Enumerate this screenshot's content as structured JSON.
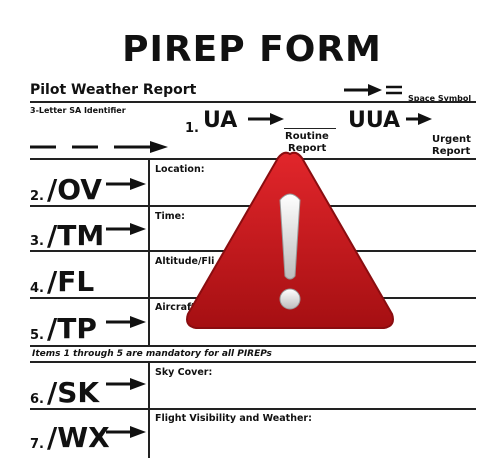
{
  "title": "PIREP FORM",
  "header": {
    "left": "Pilot Weather Report",
    "space_symbol": "Space Symbol",
    "identifier_label": "3-Letter SA Identifier"
  },
  "top": {
    "num1": "1.",
    "ua": "UA",
    "routine": "Routine",
    "report1": "Report",
    "uua": "UUA",
    "urgent": "Urgent",
    "report2": "Report"
  },
  "rows": [
    {
      "num": "2.",
      "code": "/OV",
      "field": "Location:"
    },
    {
      "num": "3.",
      "code": "/TM",
      "field": "Time:"
    },
    {
      "num": "4.",
      "code": "/FL",
      "field": "Altitude/Fli"
    },
    {
      "num": "5.",
      "code": "/TP",
      "field": "Aircraft"
    }
  ],
  "mandatory_note": "Items 1 through 5 are mandatory for all PIREPs",
  "rows2": [
    {
      "num": "6.",
      "code": "/SK",
      "field": "Sky Cover:"
    },
    {
      "num": "7.",
      "code": "/WX",
      "field": "Flight Visibility and Weather:"
    }
  ],
  "colors": {
    "warning_red": "#c8181c",
    "warning_dark": "#8a0d10",
    "exclamation": "#e8e8e8"
  },
  "icons": [
    "arrow-right-icon",
    "warning-triangle-icon"
  ]
}
